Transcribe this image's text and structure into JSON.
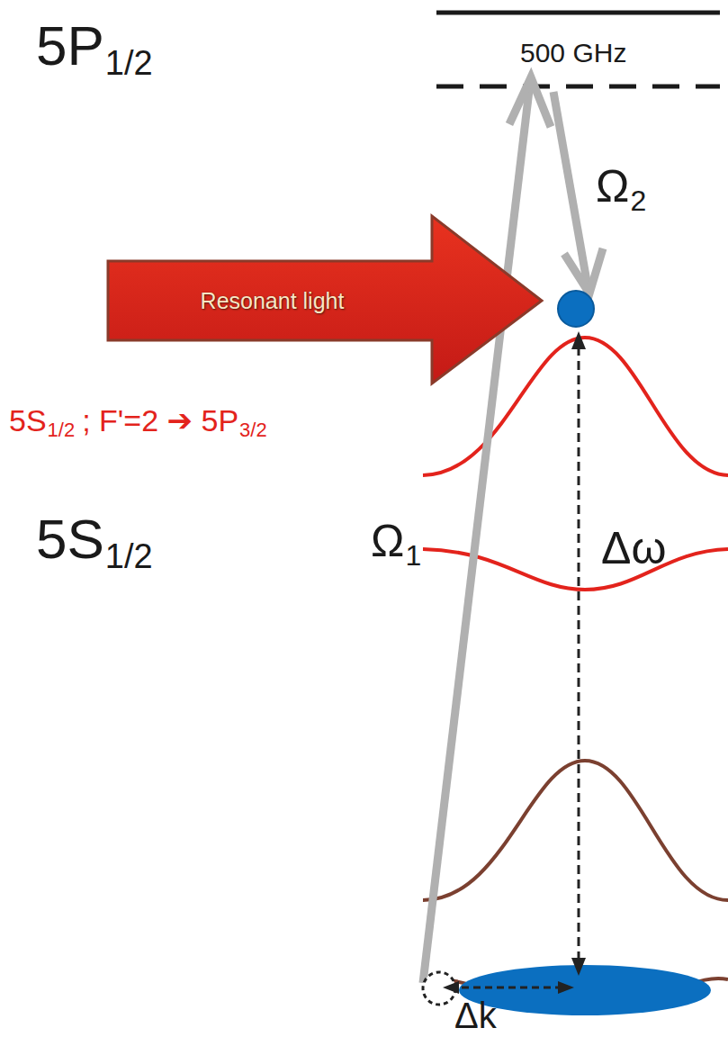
{
  "diagram": {
    "nodes": [
      {
        "text": [
          "Resonant light"
        ]
      }
    ],
    "labels": [
      "5P",
      "1/2",
      "500 GHz",
      "Ω",
      "2",
      "5S",
      "1/2",
      "; F'=2 ➔ 5P",
      "3/2",
      "5S",
      "1/2",
      "Ω",
      "1",
      "Δω",
      "Δk"
    ]
  }
}
